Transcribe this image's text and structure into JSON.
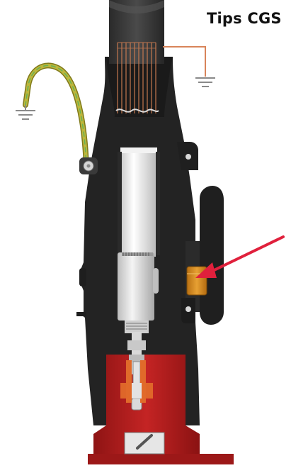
{
  "title": "Tips CGS",
  "components": [
    "cable",
    "cable-shield-conductors",
    "shield-ground-wire",
    "ground-symbol",
    "ground-cable",
    "ground-lug",
    "housing",
    "mounting-flange",
    "conductor-insulator",
    "cable-connector",
    "connector-pin",
    "orange-contact",
    "cgs-capacitive-element",
    "red-base",
    "red-arrow"
  ],
  "colors": {
    "housing": "#232323",
    "cable": "#3b3b3b",
    "copper": "#c87a50",
    "ground_wire": "#b9b33a",
    "insulator": "#e9e9e9",
    "red_base": "#b01e1e",
    "orange_contact": "#e06a2a",
    "cgs_element": "#d08a20",
    "arrow": "#e0203c"
  }
}
